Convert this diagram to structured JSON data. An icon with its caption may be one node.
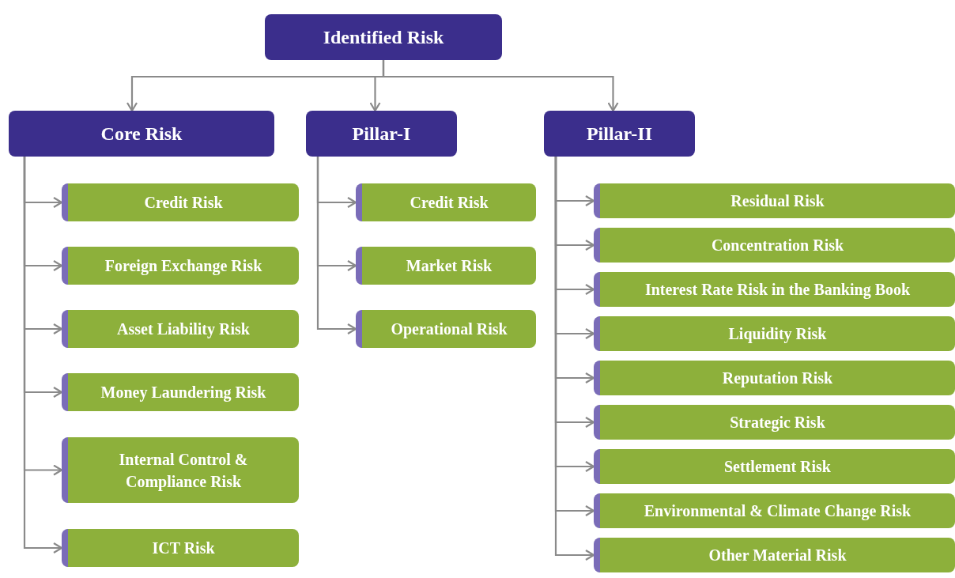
{
  "diagram": {
    "nodes": [
      {
        "text": [
          "Identified Risk"
        ]
      },
      {
        "text": [
          "Core Risk"
        ]
      },
      {
        "text": [
          "Pillar-I"
        ]
      },
      {
        "text": [
          "Pillar-II"
        ]
      },
      {
        "text": [
          "Credit Risk"
        ]
      },
      {
        "text": [
          "Foreign Exchange Risk"
        ]
      },
      {
        "text": [
          "Asset Liability Risk"
        ]
      },
      {
        "text": [
          "Money Laundering Risk"
        ]
      },
      {
        "text": [
          "Internal Control & Compliance Risk"
        ]
      },
      {
        "text": [
          "ICT Risk"
        ]
      },
      {
        "text": [
          "Credit Risk"
        ]
      },
      {
        "text": [
          "Market Risk"
        ]
      },
      {
        "text": [
          "Operational Risk"
        ]
      },
      {
        "text": [
          "Residual Risk"
        ]
      },
      {
        "text": [
          "Concentration Risk"
        ]
      },
      {
        "text": [
          "Interest Rate Risk in the Banking Book"
        ]
      },
      {
        "text": [
          "Liquidity Risk"
        ]
      },
      {
        "text": [
          "Reputation Risk"
        ]
      },
      {
        "text": [
          "Strategic Risk"
        ]
      },
      {
        "text": [
          "Settlement Risk"
        ]
      },
      {
        "text": [
          "Environmental & Climate Change Risk"
        ]
      },
      {
        "text": [
          "Other Material Risk"
        ]
      }
    ],
    "edges": [
      {
        "from": 0,
        "to": 1,
        "arrow": "to"
      },
      {
        "from": 0,
        "to": 2,
        "arrow": "to"
      },
      {
        "from": 0,
        "to": 3,
        "arrow": "to"
      },
      {
        "from": 1,
        "to": 4,
        "arrow": "to"
      },
      {
        "from": 1,
        "to": 5,
        "arrow": "to"
      },
      {
        "from": 1,
        "to": 6,
        "arrow": "to"
      },
      {
        "from": 1,
        "to": 7,
        "arrow": "to"
      },
      {
        "from": 1,
        "to": 8,
        "arrow": "to"
      },
      {
        "from": 1,
        "to": 9,
        "arrow": "to"
      },
      {
        "from": 2,
        "to": 10,
        "arrow": "to"
      },
      {
        "from": 2,
        "to": 11,
        "arrow": "to"
      },
      {
        "from": 2,
        "to": 12,
        "arrow": "to"
      },
      {
        "from": 3,
        "to": 13,
        "arrow": "to"
      },
      {
        "from": 3,
        "to": 14,
        "arrow": "to"
      },
      {
        "from": 3,
        "to": 15,
        "arrow": "to"
      },
      {
        "from": 3,
        "to": 16,
        "arrow": "to"
      },
      {
        "from": 3,
        "to": 17,
        "arrow": "to"
      },
      {
        "from": 3,
        "to": 18,
        "arrow": "to"
      },
      {
        "from": 3,
        "to": 19,
        "arrow": "to"
      },
      {
        "from": 3,
        "to": 20,
        "arrow": "to"
      },
      {
        "from": 3,
        "to": 21,
        "arrow": "to"
      }
    ]
  }
}
